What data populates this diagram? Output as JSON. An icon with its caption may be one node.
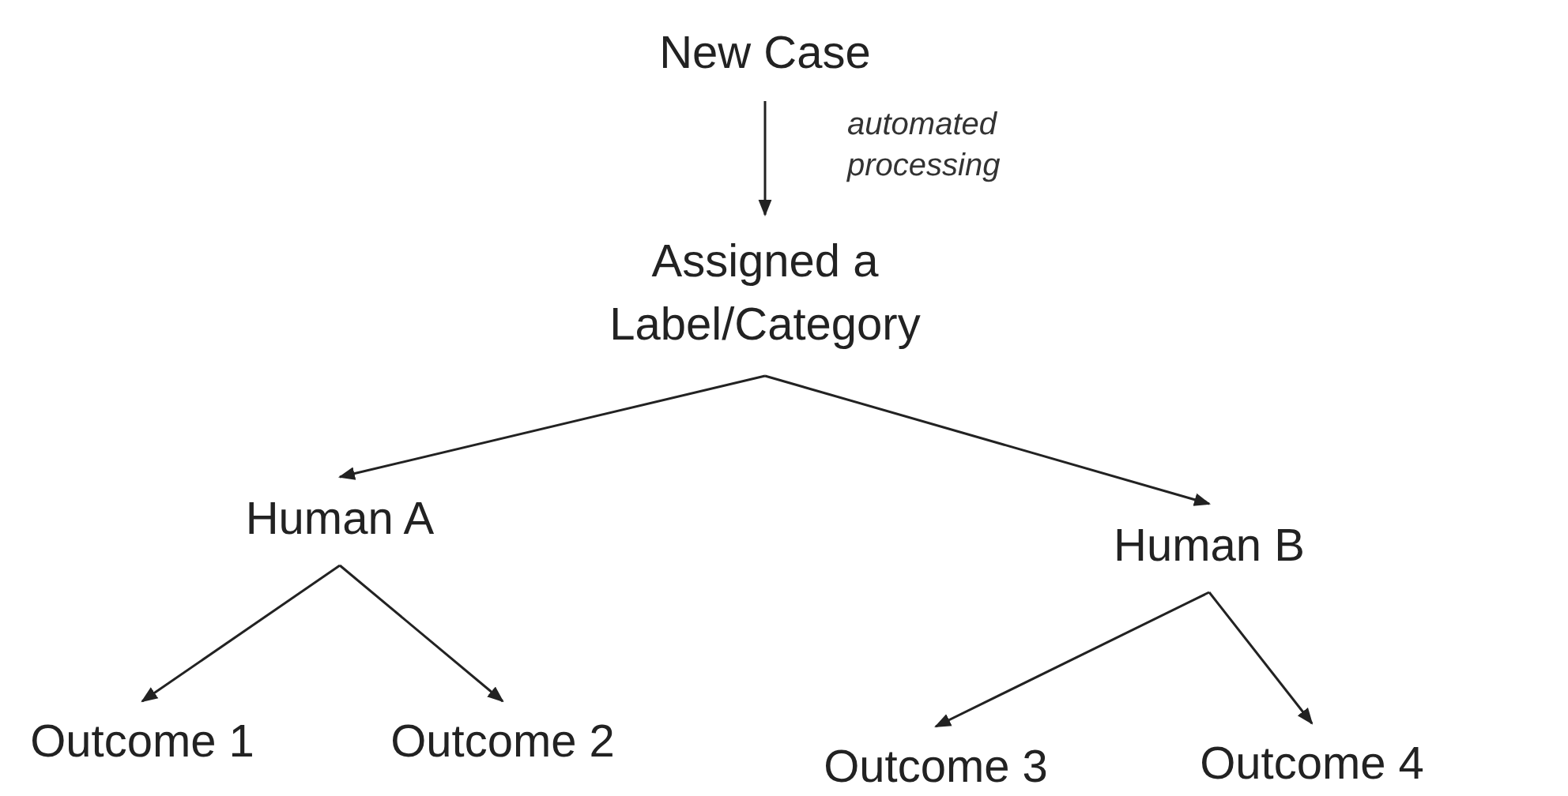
{
  "diagram": {
    "nodes": [
      {
        "text": [
          "New Case"
        ]
      },
      {
        "text": [
          "Assigned a Label/Category"
        ]
      },
      {
        "text": [
          "Human A"
        ]
      },
      {
        "text": [
          "Human B"
        ]
      },
      {
        "text": [
          "Outcome 1"
        ]
      },
      {
        "text": [
          "Outcome 2"
        ]
      },
      {
        "text": [
          "Outcome 3"
        ]
      },
      {
        "text": [
          "Outcome 4"
        ]
      }
    ],
    "edges": [
      {
        "from": 0,
        "to": 1,
        "arrow": "to",
        "label": "automated processing"
      },
      {
        "from": 1,
        "to": 2,
        "arrow": "to"
      },
      {
        "from": 1,
        "to": 3,
        "arrow": "to"
      },
      {
        "from": 2,
        "to": 4,
        "arrow": "to"
      },
      {
        "from": 2,
        "to": 5,
        "arrow": "to"
      },
      {
        "from": 3,
        "to": 6,
        "arrow": "to"
      },
      {
        "from": 3,
        "to": 7,
        "arrow": "to"
      }
    ]
  }
}
